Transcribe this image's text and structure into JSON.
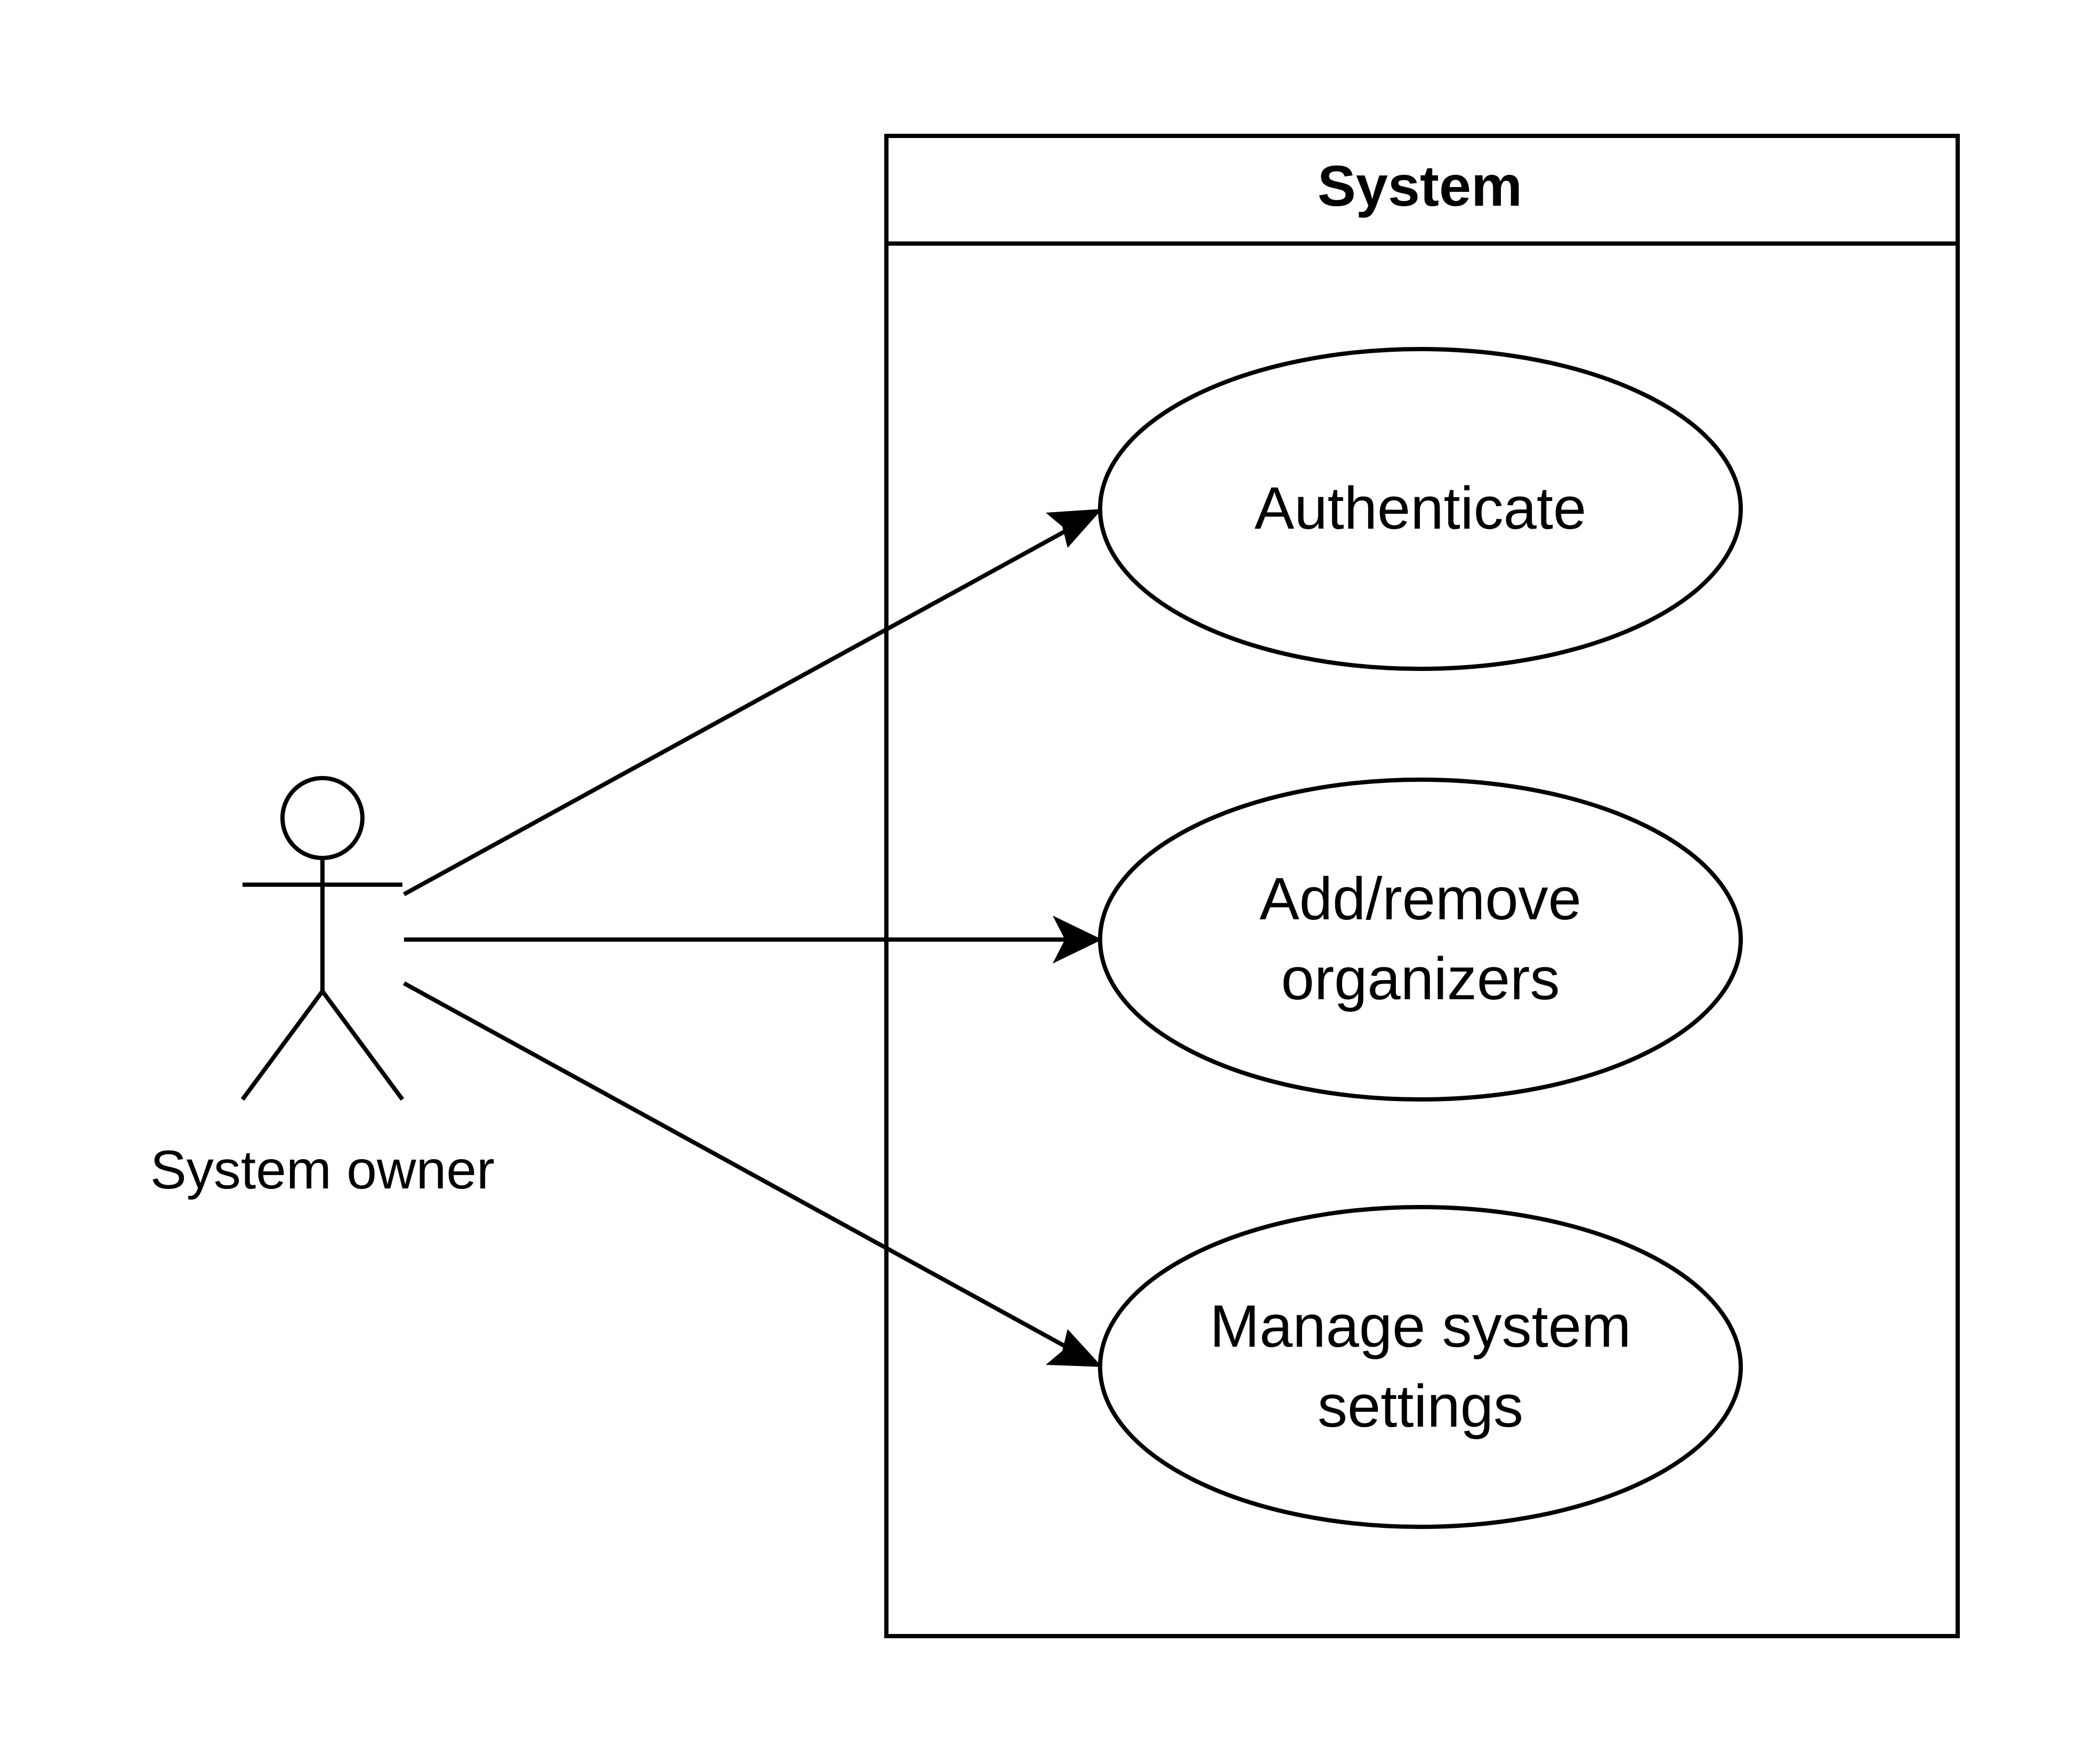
{
  "diagram": {
    "type": "uml-use-case",
    "colors": {
      "line": "#000000",
      "background": "#ffffff"
    },
    "system": {
      "title": "System"
    },
    "actor": {
      "label": "System owner",
      "icon": "stick-figure-icon"
    },
    "use_cases": [
      {
        "id": "authenticate",
        "lines": [
          "Authenticate"
        ]
      },
      {
        "id": "add-remove-organizers",
        "lines": [
          "Add/remove",
          "organizers"
        ]
      },
      {
        "id": "manage-system-settings",
        "lines": [
          "Manage system",
          "settings"
        ]
      }
    ],
    "associations": [
      {
        "from": "System owner",
        "to": "Authenticate",
        "arrow": "filled"
      },
      {
        "from": "System owner",
        "to": "Add/remove organizers",
        "arrow": "filled"
      },
      {
        "from": "System owner",
        "to": "Manage system settings",
        "arrow": "filled"
      }
    ]
  }
}
